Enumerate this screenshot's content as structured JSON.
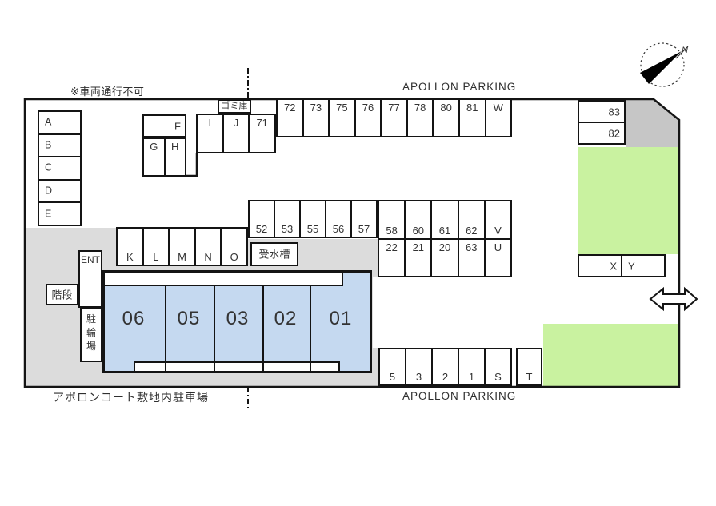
{
  "titles": {
    "top": "APOLLON PARKING",
    "bottom": "APOLLON PARKING",
    "site": "アポロンコート敷地内駐車場",
    "note": "※車両通行不可"
  },
  "compass": {
    "north": "N"
  },
  "spaces": {
    "left_column": [
      "A",
      "B",
      "C",
      "D",
      "E"
    ],
    "f": "F",
    "gh": [
      "G",
      "H"
    ],
    "ij71": [
      "I",
      "J",
      "71"
    ],
    "top_row": [
      "72",
      "73",
      "75",
      "76",
      "77",
      "78",
      "80",
      "81",
      "W"
    ],
    "klmno": [
      "K",
      "L",
      "M",
      "N",
      "O"
    ],
    "mid_left": [
      "52",
      "53",
      "55",
      "56",
      "57"
    ],
    "mid_right_top": [
      "58",
      "60",
      "61",
      "62",
      "V"
    ],
    "mid_right_bottom": [
      "22",
      "21",
      "20",
      "63",
      "U"
    ],
    "right_column": [
      "83",
      "82"
    ],
    "xy": [
      "X",
      "Y"
    ],
    "bottom_row": [
      "5",
      "3",
      "2",
      "1",
      "S"
    ],
    "t": "T"
  },
  "building": {
    "units": [
      "06",
      "05",
      "03",
      "02",
      "01"
    ]
  },
  "facilities": {
    "entrance": "ENT",
    "stairs": "階段",
    "bicycle_parking": "駐輪場",
    "water_tank": "受水槽",
    "garbage": "ゴミ庫"
  },
  "colors": {
    "site_area": "#dcdcdc",
    "corner_area": "#c6c6c6",
    "green_area": "#c9f2a0",
    "building": "#c5d9f0",
    "line": "#141414"
  }
}
